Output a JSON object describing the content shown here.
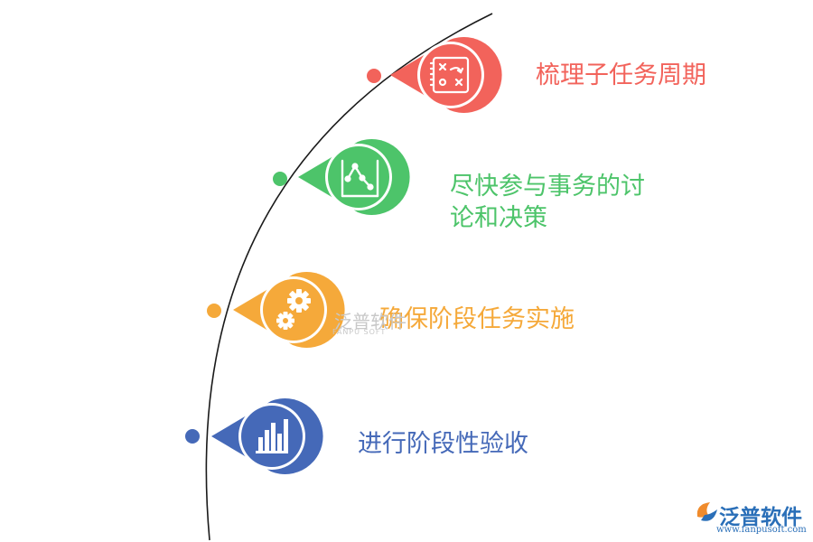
{
  "steps": [
    {
      "label": "梳理子任务周期",
      "icon": "puzzle-strategy-icon",
      "color": "#f2635b"
    },
    {
      "label_line1": "尽快参与事务的讨",
      "label_line2": "论和决策",
      "icon": "line-chart-icon",
      "color": "#4dc46a"
    },
    {
      "label": "确保阶段任务实施",
      "icon": "gears-icon",
      "color": "#f5a93a"
    },
    {
      "label": "进行阶段性验收",
      "icon": "bar-chart-icon",
      "color": "#4569b8"
    }
  ],
  "watermark": {
    "main": "泛普软件",
    "sub": "FANPU SOFT"
  },
  "brand": {
    "name": "泛普软件",
    "url": "www.fanpusoft.com",
    "color": "#2a6fb8"
  }
}
